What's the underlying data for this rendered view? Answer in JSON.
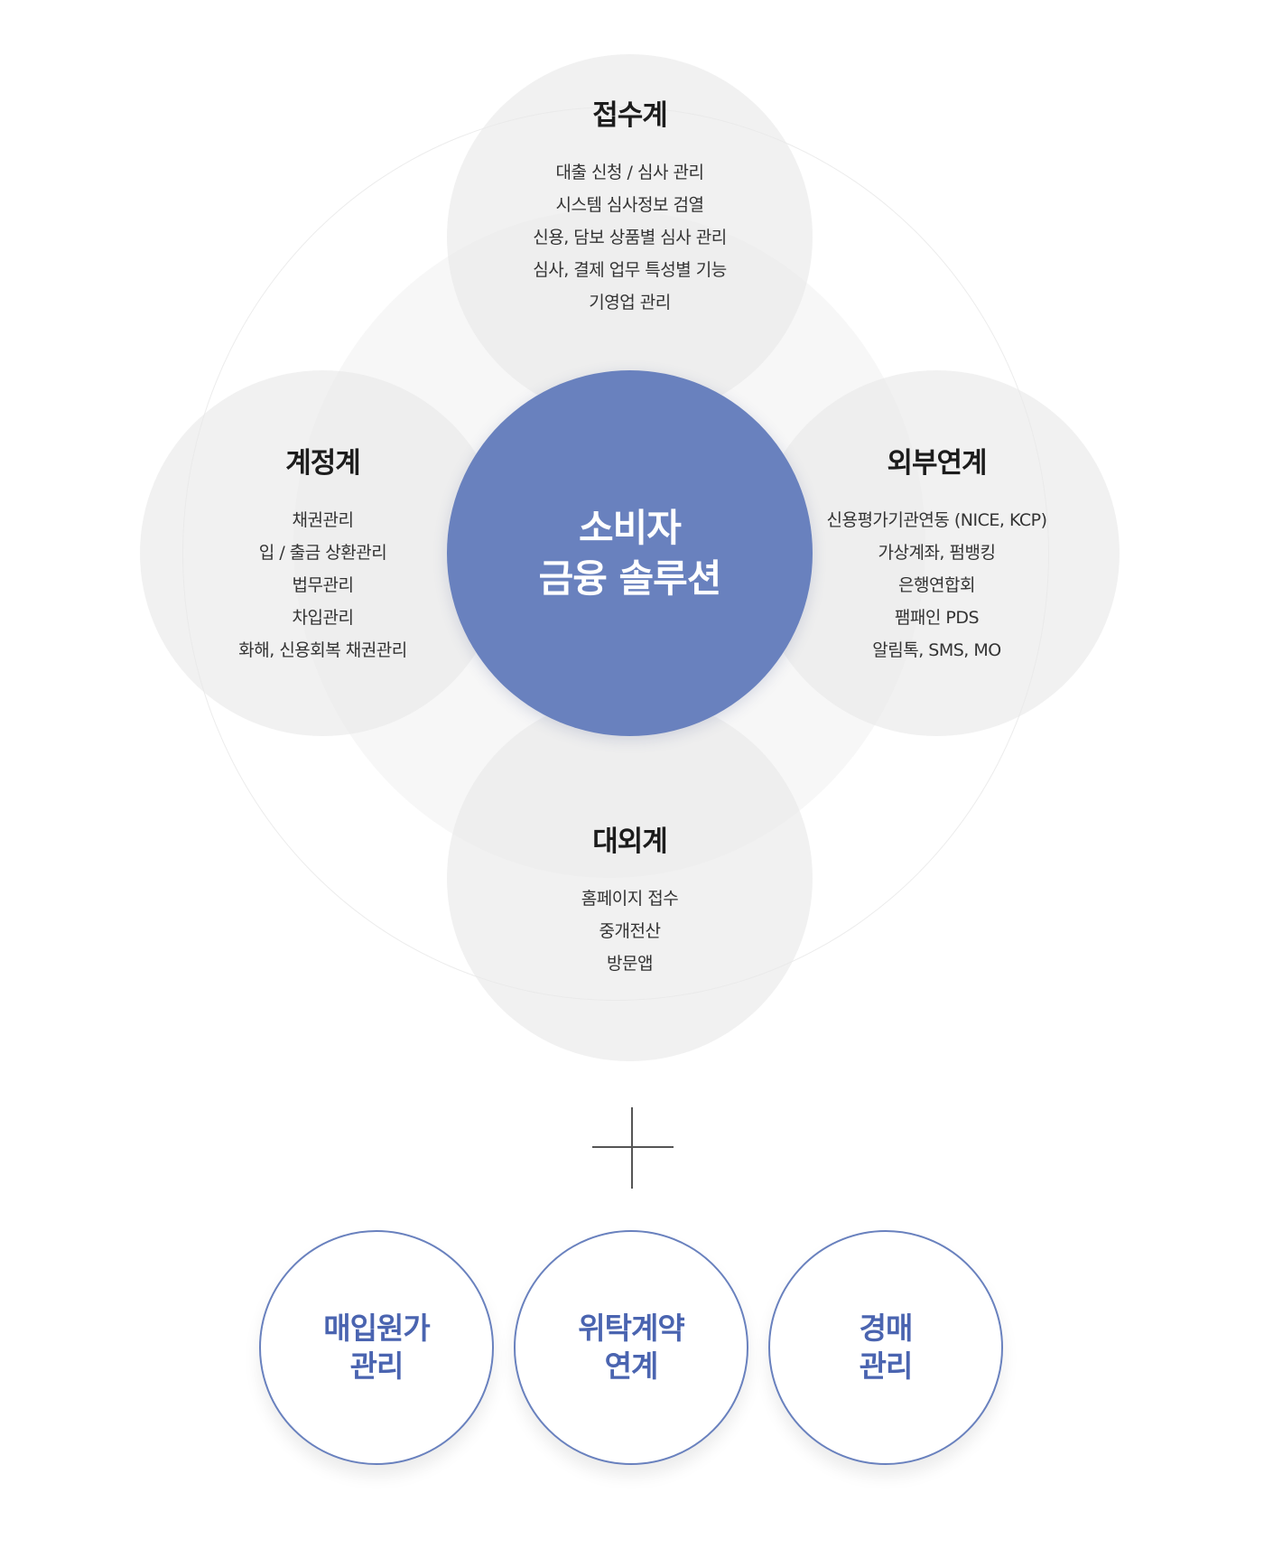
{
  "diagram": {
    "center": {
      "line1": "소비자",
      "line2": "금융 솔루션"
    },
    "top": {
      "title": "접수계",
      "items": [
        "대출 신청 / 심사 관리",
        "시스템 심사정보 검열",
        "신용, 담보 상품별 심사 관리",
        "심사, 결제 업무 특성별 기능",
        "기영업 관리"
      ]
    },
    "left": {
      "title": "계정계",
      "items": [
        "채권관리",
        "입 / 출금 상환관리",
        "법무관리",
        "차입관리",
        "화해, 신용회복 채권관리"
      ]
    },
    "right": {
      "title": "외부연계",
      "items": [
        "신용평가기관연동 (NICE, KCP)",
        "가상계좌, 펌뱅킹",
        "은행연합회",
        "팸패인 PDS",
        "알림톡, SMS, MO"
      ]
    },
    "bottom": {
      "title": "대외계",
      "items": [
        "홈페이지 접수",
        "중개전산",
        "방문앱"
      ]
    }
  },
  "modules": [
    {
      "line1": "매입원가",
      "line2": "관리"
    },
    {
      "line1": "위탁계약",
      "line2": "연계"
    },
    {
      "line1": "경매",
      "line2": "관리"
    }
  ],
  "colors": {
    "core": "#6981be",
    "module_text": "#4a64b0",
    "bloc": "#e8e8e8"
  }
}
